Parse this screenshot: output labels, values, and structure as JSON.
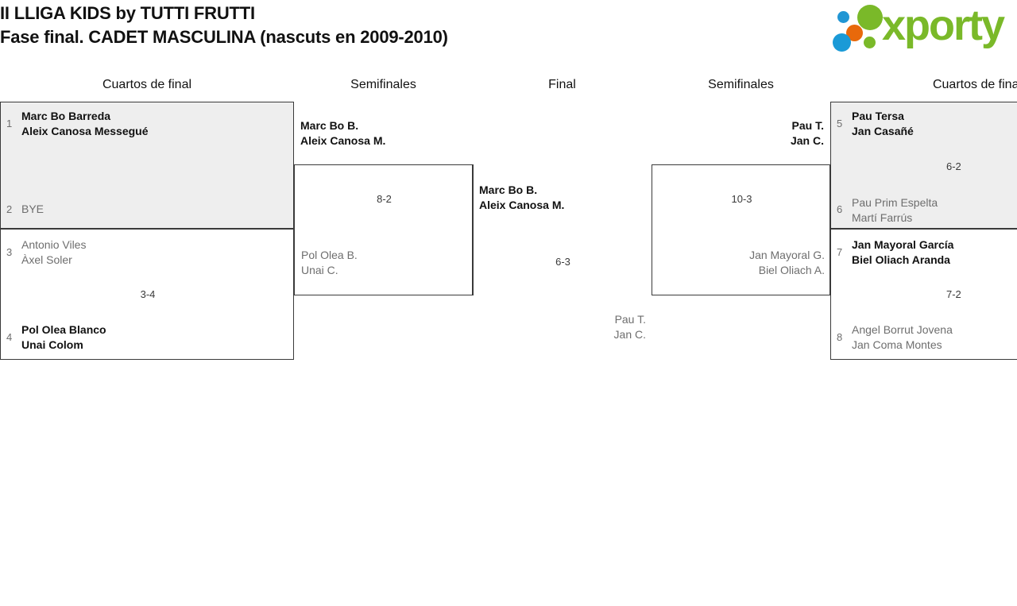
{
  "header": {
    "title_line1": "II LLIGA KIDS by TUTTI FRUTTI",
    "title_line2": "Fase final. CADET MASCULINA (nascuts en 2009-2010)",
    "logo": {
      "wordmark": "xporty",
      "colors": {
        "green": "#7ab929",
        "orange": "#e8690b",
        "blue": "#1a9ad7"
      }
    }
  },
  "rounds": {
    "qf_left": "Cuartos de final",
    "sf_left": "Semifinales",
    "final": "Final",
    "sf_right": "Semifinales",
    "qf_right": "Cuartos de final"
  },
  "bracket": {
    "quarterfinals_left": [
      {
        "top": {
          "seed": "1",
          "player1": "Marc Bo Barreda",
          "player2": "Aleix Canosa Messegué",
          "winner": true
        },
        "bottom": {
          "seed": "2",
          "player1": "BYE",
          "player2": "",
          "winner": false
        },
        "score": "",
        "shaded": true
      },
      {
        "top": {
          "seed": "3",
          "player1": "Antonio Viles",
          "player2": "Àxel Soler",
          "winner": false
        },
        "bottom": {
          "seed": "4",
          "player1": "Pol Olea Blanco",
          "player2": "Unai Colom",
          "winner": true
        },
        "score": "3-4",
        "shaded": false
      }
    ],
    "semifinal_left": {
      "top": {
        "player1": "Marc Bo B.",
        "player2": "Aleix Canosa M.",
        "winner": true
      },
      "bottom": {
        "player1": "Pol Olea B.",
        "player2": "Unai C.",
        "winner": false
      },
      "score": "8-2"
    },
    "final": {
      "top": {
        "player1": "Marc Bo B.",
        "player2": "Aleix Canosa M.",
        "winner": true
      },
      "bottom": {
        "player1": "Pau T.",
        "player2": "Jan C.",
        "winner": false
      },
      "score": "6-3"
    },
    "semifinal_right": {
      "top": {
        "player1": "Pau T.",
        "player2": "Jan C.",
        "winner": true
      },
      "bottom": {
        "player1": "Jan Mayoral G.",
        "player2": "Biel Oliach A.",
        "winner": false
      },
      "score": "10-3"
    },
    "quarterfinals_right": [
      {
        "top": {
          "seed": "5",
          "player1": "Pau Tersa",
          "player2": "Jan Casañé",
          "winner": true
        },
        "bottom": {
          "seed": "6",
          "player1": "Pau Prim Espelta",
          "player2": "Martí Farrús",
          "winner": false
        },
        "score": "6-2",
        "shaded": true
      },
      {
        "top": {
          "seed": "7",
          "player1": "Jan Mayoral García",
          "player2": "Biel Oliach Aranda",
          "winner": true
        },
        "bottom": {
          "seed": "8",
          "player1": "Angel Borrut Jovena",
          "player2": "Jan Coma Montes",
          "winner": false
        },
        "score": "7-2",
        "shaded": false
      }
    ]
  }
}
